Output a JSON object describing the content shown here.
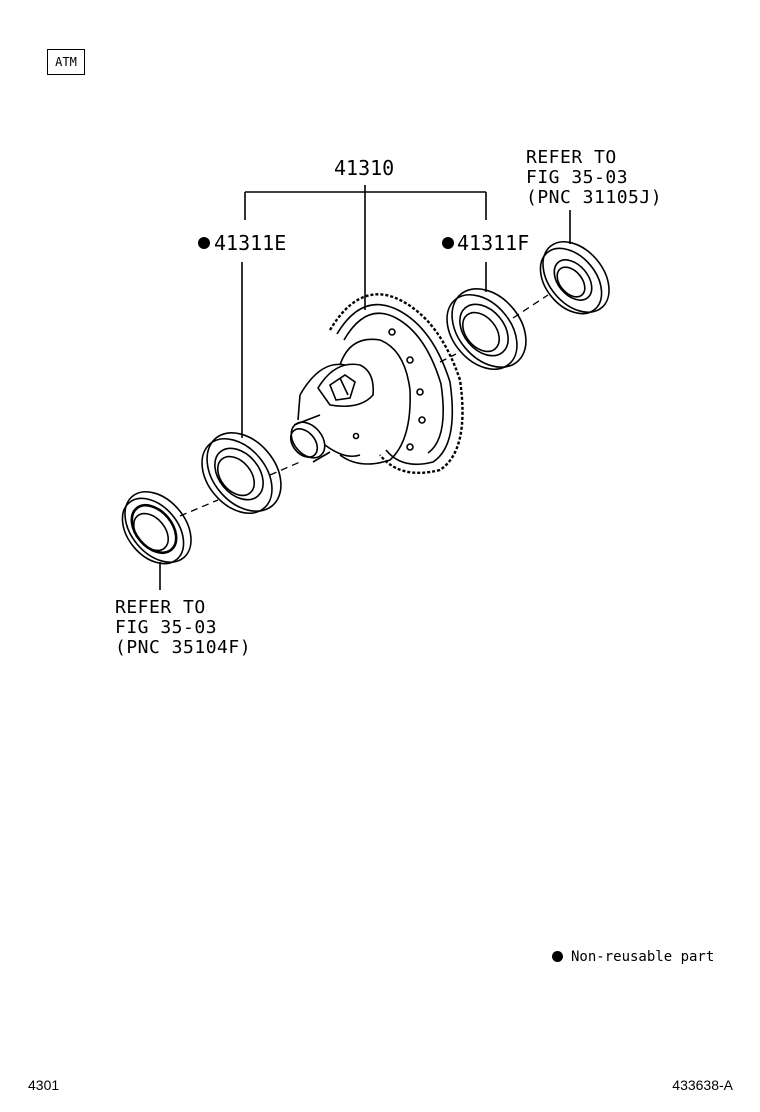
{
  "badge": {
    "text": "ATM"
  },
  "parts": {
    "assembly": {
      "number": "41310"
    },
    "bearing_left": {
      "number": "41311E",
      "non_reusable": true
    },
    "bearing_right": {
      "number": "41311F",
      "non_reusable": true
    }
  },
  "refs": {
    "right": {
      "line1": "REFER TO",
      "line2": "FIG 35-03",
      "line3": "(PNC 31105J)"
    },
    "left": {
      "line1": "REFER TO",
      "line2": "FIG 35-03",
      "line3": "(PNC 35104F)"
    }
  },
  "legend": {
    "text": "Non-reusable part"
  },
  "footer": {
    "left": "4301",
    "right": "433638-A"
  },
  "colors": {
    "ink": "#000000",
    "paper": "#ffffff"
  }
}
